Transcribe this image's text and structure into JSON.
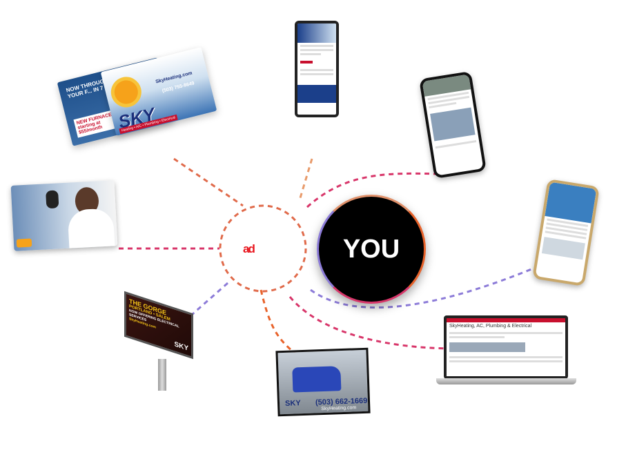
{
  "center": {
    "label": "YOU",
    "logo_text": "ad"
  },
  "postcard": {
    "headline": "NOW THROUGH THE ... GET YOUR F... IN 7 DA...",
    "offer": "NEW FURNACES starting at $55/month",
    "brand": "SKY",
    "tagline": "Heating • A/C • Plumbing • Electrical",
    "website": "SkyHeating.com",
    "phone": "(503) 755-8649"
  },
  "billboard": {
    "title": "THE GORGE",
    "subtitle": "PORTLAND • SALEM",
    "message": "NOW OFFERING ELECTRICAL SERVICES",
    "website": "SkyHeating.com",
    "brand": "SKY"
  },
  "tv": {
    "brand": "SKY",
    "phone": "(503) 662-1669",
    "website": "SkyHeating.com"
  },
  "laptop": {
    "title": "SkyHeating, AC, Plumbing & Electrical"
  },
  "colors": {
    "accent_orange": "#e8622a",
    "accent_pink": "#d8366a",
    "accent_purple": "#8c7bd8",
    "logo_red": "#e8141c"
  }
}
